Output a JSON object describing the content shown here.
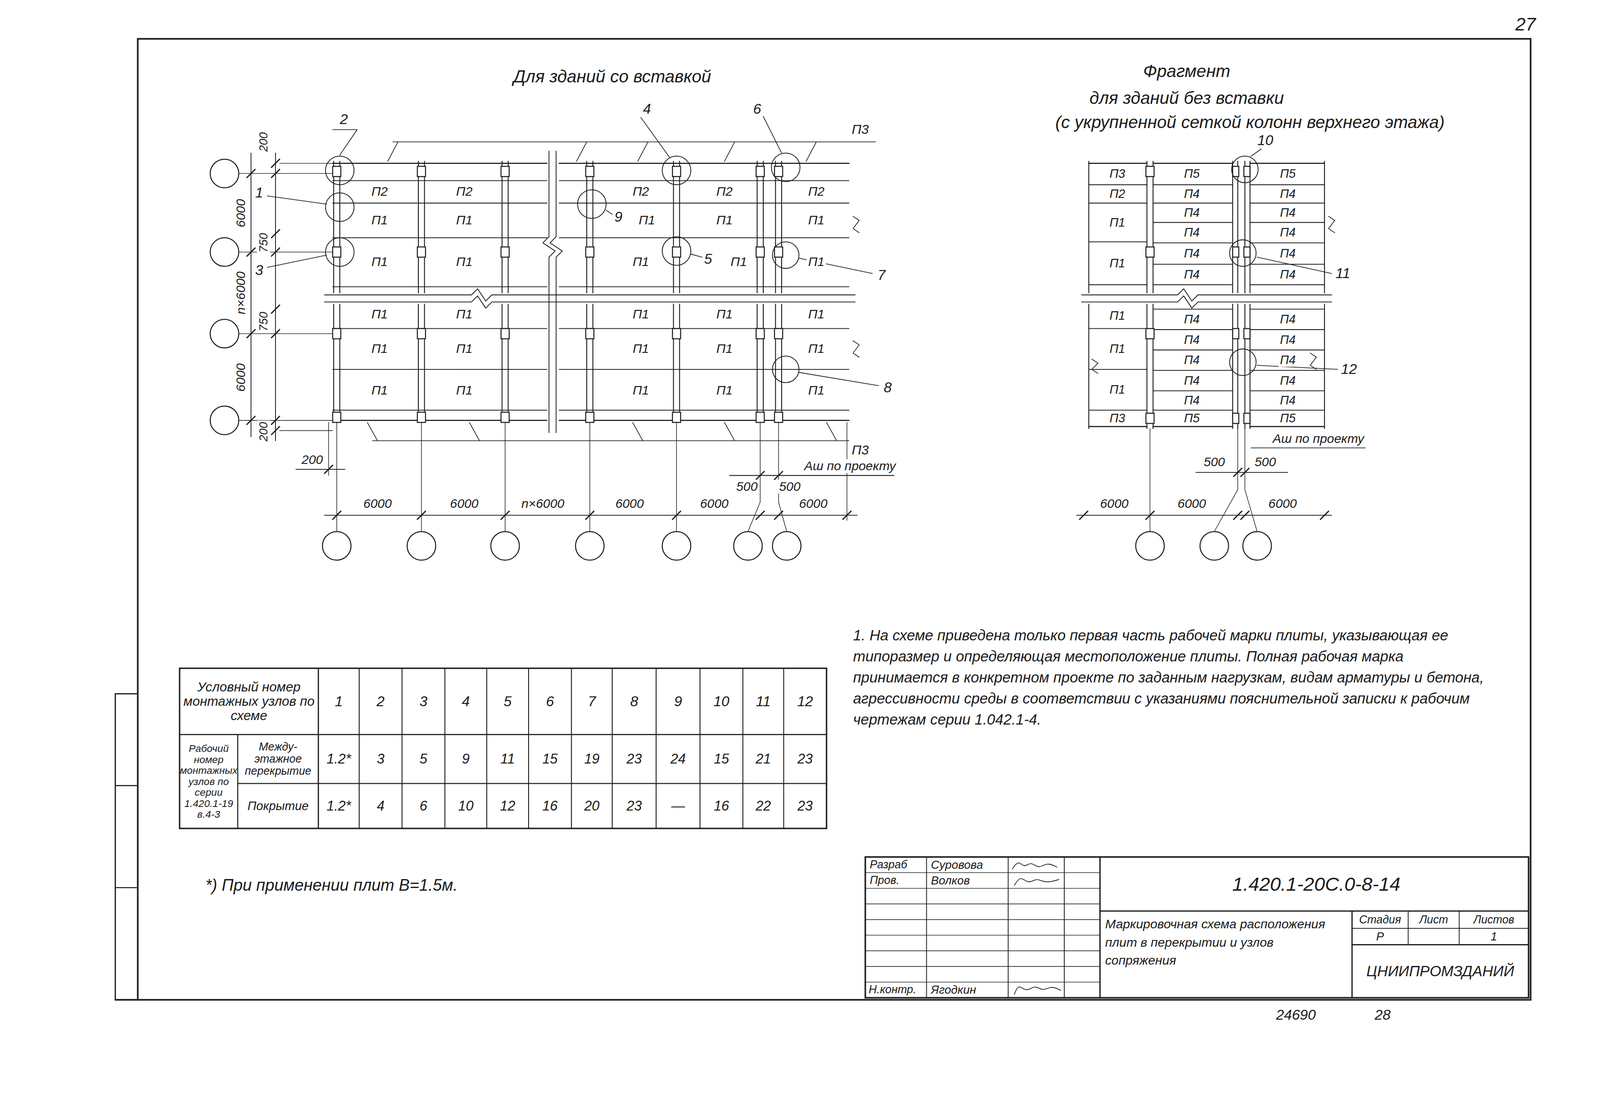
{
  "diagram": {
    "labels": [
      "Для зданий со вставкой",
      "Фрагмент",
      "для зданий без вставки",
      "(с укрупненной сеткой колонн верхнего этажа)",
      "П2",
      "П2",
      "П2",
      "П2",
      "П2",
      "П1",
      "П1",
      "П1",
      "П1",
      "П1",
      "П1",
      "П1",
      "П1",
      "П1",
      "П1",
      "П1",
      "П1",
      "П1",
      "П1",
      "П1",
      "П1",
      "П1",
      "П1",
      "П1",
      "П1",
      "П1",
      "П1",
      "П1",
      "П1",
      "П1",
      "2",
      "4",
      "6",
      "П3",
      "1",
      "3",
      "9",
      "5",
      "7",
      "8",
      "П3",
      "200",
      "6000",
      "750",
      "n×6000",
      "750",
      "6000",
      "200",
      "200",
      "Аш по проекту",
      "500",
      "500",
      "6000",
      "6000",
      "n×6000",
      "6000",
      "6000",
      "6000",
      "П3",
      "П2",
      "П1",
      "П1",
      "П1",
      "П1",
      "П1",
      "П3",
      "П5",
      "П4",
      "П4",
      "П4",
      "П4",
      "П4",
      "П4",
      "П4",
      "П4",
      "П4",
      "П4",
      "П5",
      "П5",
      "П4",
      "П4",
      "П4",
      "П4",
      "П4",
      "П4",
      "П4",
      "П4",
      "П4",
      "П4",
      "П5",
      "10",
      "11",
      "12",
      "Аш по проекту",
      "500",
      "500",
      "6000",
      "6000",
      "6000",
      "1. На схеме приведена только первая часть рабочей марки плиты, указывающая ее типоразмер и определяющая местоположение плиты. Полная рабочая марка принимается в конкретном проекте по заданным нагрузкам, видам арматуры и бетона, агрессивности среды в соответствии с указаниями пояснительной записки к рабочим чертежам серии 1.042.1-4.",
      "Условный номер монтажных узлов по схеме",
      "1",
      "2",
      "3",
      "4",
      "5",
      "6",
      "7",
      "8",
      "9",
      "10",
      "11",
      "12",
      "Рабочий номер монтажных узлов по серии 1.420.1-19 в.4-3",
      "Между- этажное перекрытие",
      "1.2*",
      "3",
      "5",
      "9",
      "11",
      "15",
      "19",
      "23",
      "24",
      "15",
      "21",
      "23",
      "Покрытие",
      "1.2*",
      "4",
      "6",
      "10",
      "12",
      "16",
      "20",
      "23",
      "—",
      "16",
      "22",
      "23",
      "*) При применении плит В=1.5м.",
      "Разраб",
      "Суровова",
      "Пров.",
      "Волков",
      "Н.контр.",
      "Ягодкин",
      "1.420.1-20С.0-8-14",
      "Маркировочная схема расположения плит в перекрытии и узлов сопряжения",
      "Стадия",
      "Лист",
      "Листов",
      "Р",
      "1",
      "ЦНИИПРОМЗДАНИЙ",
      "27",
      "24690",
      "28"
    ]
  }
}
